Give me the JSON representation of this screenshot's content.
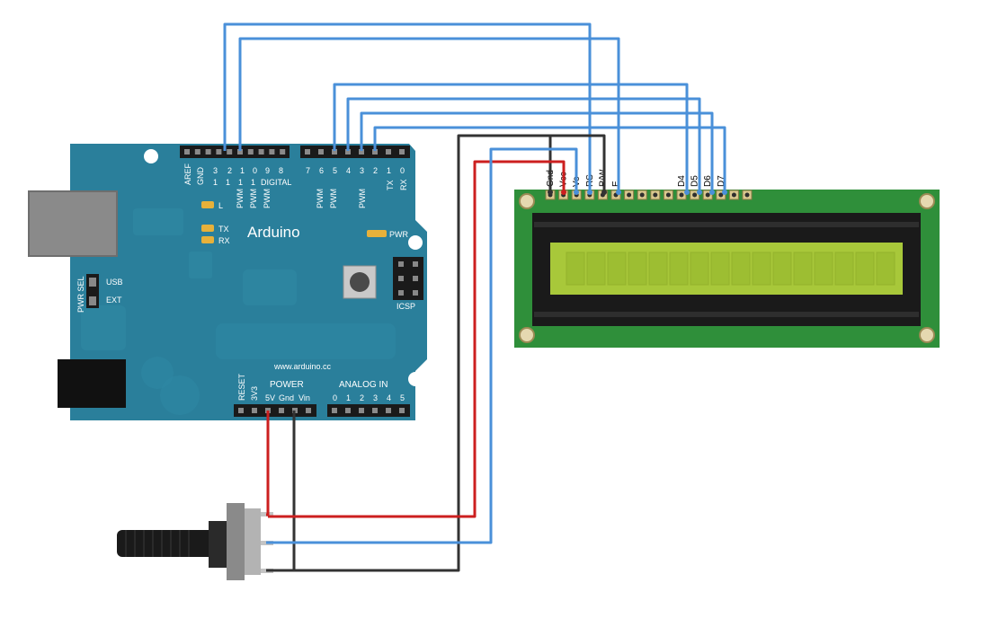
{
  "arduino": {
    "brand": "Arduino",
    "url": "www.arduino.cc",
    "digital_label": "DIGITAL",
    "power_label": "POWER",
    "analog_label": "ANALOG IN",
    "icsp_label": "ICSP",
    "pwr_led_label": "PWR",
    "led_l_label": "L",
    "led_tx_label": "TX",
    "led_rx_label": "RX",
    "pwr_sel_label": "PWR SEL",
    "usb_label": "USB",
    "ext_label": "EXT",
    "reset_label": "RESET",
    "header_left_labels": [
      "AREF",
      "GND",
      "3",
      "2",
      "1",
      "0",
      "9",
      "8"
    ],
    "header_left_sub": [
      "1",
      "1",
      "1",
      "1"
    ],
    "header_right_labels": [
      "7",
      "6",
      "5",
      "4",
      "3",
      "2",
      "1",
      "0"
    ],
    "tx_label": "TX",
    "rx_label": "RX",
    "pwm_label": "PWM",
    "power_pins": [
      "3V3",
      "5V",
      "Gnd",
      "Vin"
    ],
    "analog_pins": [
      "0",
      "1",
      "2",
      "3",
      "4",
      "5"
    ]
  },
  "lcd": {
    "pin_labels": [
      "Gnd",
      "Vcc",
      "Vo",
      "RS",
      "R/W",
      "E",
      "D4",
      "D5",
      "D6",
      "D7"
    ]
  },
  "colors": {
    "board": "#2a7f9b",
    "board_dark": "#1f6a84",
    "wire_blue": "#4a90d9",
    "wire_red": "#cc1f1f",
    "wire_black": "#333333",
    "lcd_pcb": "#2f8f3a",
    "lcd_screen": "#a8c83a",
    "lcd_bezel": "#1a1a1a"
  }
}
